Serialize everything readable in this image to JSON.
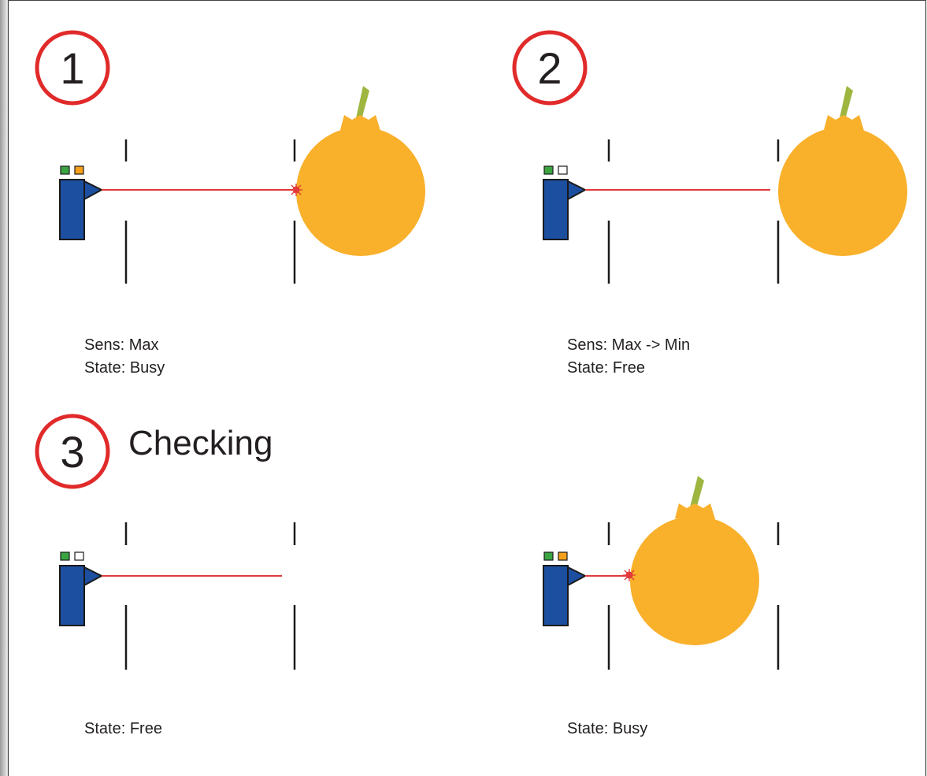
{
  "colors": {
    "sensor_body": "#1c4fa0",
    "led_green": "#3aa441",
    "led_amber": "#f6a01a",
    "led_off": "#ffffff",
    "beam": "#e23a3a",
    "fruit": "#f9b02b",
    "stem": "#9eb640",
    "ring": "#e12a2a",
    "stroke": "#1a1a1a"
  },
  "scenes": [
    {
      "step": "1",
      "captions": [
        "Sens: Max",
        "State: Busy"
      ],
      "led2_on": true,
      "beam_hits_fruit": true
    },
    {
      "step": "2",
      "captions": [
        "Sens: Max -> Min",
        "State: Free"
      ],
      "led2_on": false,
      "beam_hits_fruit": false
    },
    {
      "step": "3",
      "title": "Checking",
      "captions": [
        "State: Free"
      ],
      "led2_on": false,
      "beam_hits_fruit": false
    },
    {
      "captions": [
        "State: Busy"
      ],
      "led2_on": true,
      "beam_hits_fruit": true
    }
  ]
}
